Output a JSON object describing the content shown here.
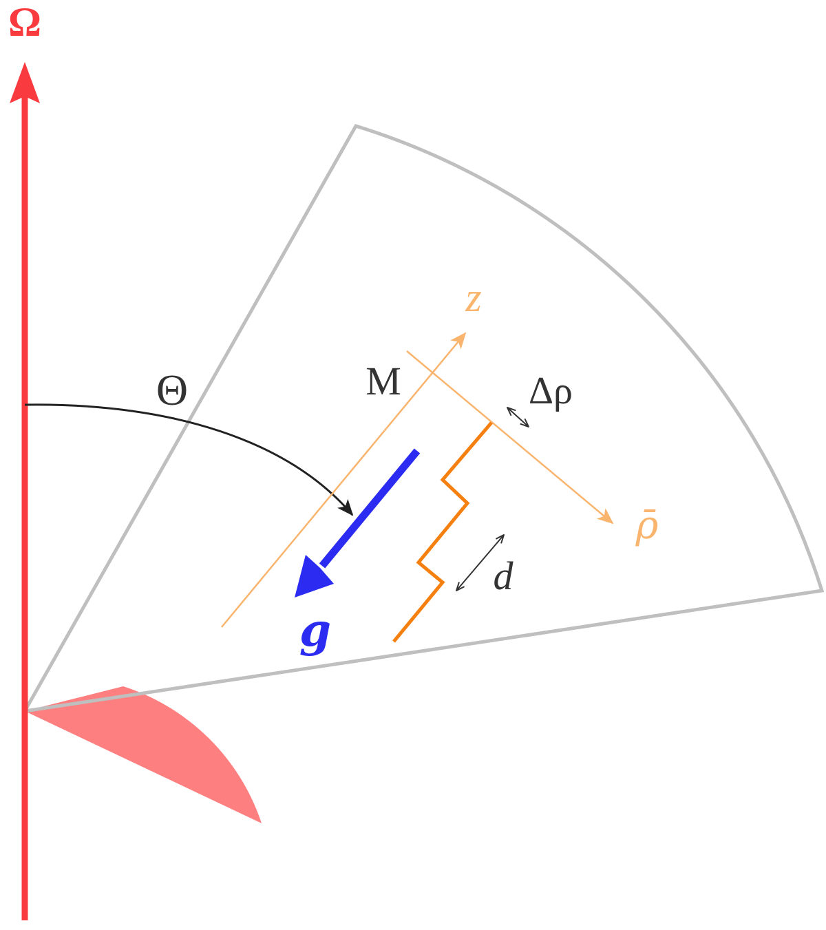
{
  "labels": {
    "omega": "Ω",
    "theta": "Θ",
    "m": "M",
    "z": "z",
    "rho_bar": "ρ̄",
    "delta_rho": "Δρ",
    "d": "d",
    "g": "g"
  },
  "colors": {
    "rotation_axis": "#f93a3e",
    "sector_outline": "#bfbfbf",
    "wedge_fill": "#fe7f80",
    "frame_axes": "#f9b46e",
    "interface": "#f57f0f",
    "gravity": "#2b2bf2",
    "annotation": "#333333"
  },
  "icons": {
    "omega_arrow": "arrow-up-icon",
    "gravity_arrow": "arrow-down-left-icon",
    "theta_arrow": "curved-arrow-icon",
    "delta_rho_arrow": "double-arrow-icon",
    "d_arrow": "double-arrow-icon"
  }
}
